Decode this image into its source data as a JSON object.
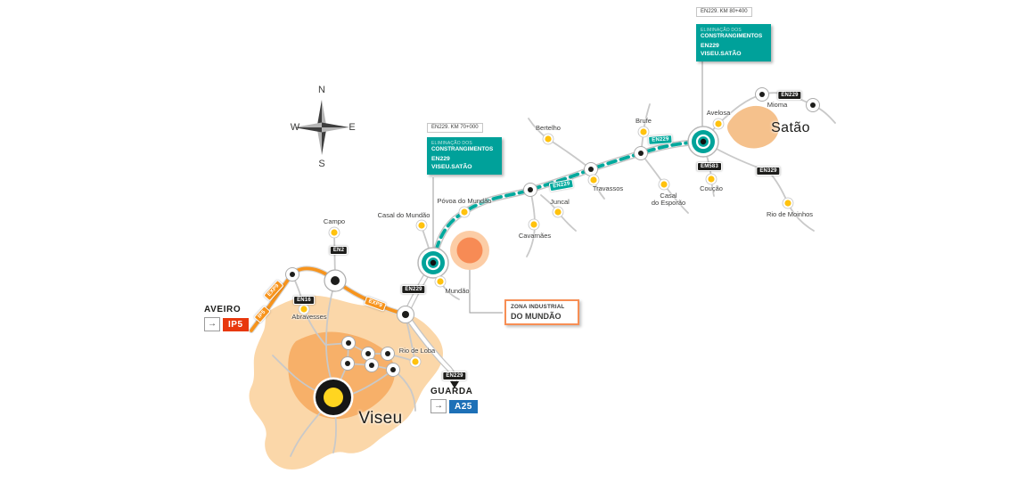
{
  "compass": {
    "n": "N",
    "e": "E",
    "s": "S",
    "w": "W"
  },
  "callouts": {
    "km80": {
      "km": "EN229. KM 80+400",
      "line1": "ELIMINAÇÃO DOS",
      "line2": "CONSTRANGIMENTOS",
      "line3": "EN229",
      "line4": "VISEU.SATÃO"
    },
    "km70": {
      "km": "EN229. KM 70+000",
      "line1": "ELIMINAÇÃO DOS",
      "line2": "CONSTRANGIMENTOS",
      "line3": "EN229",
      "line4": "VISEU.SATÃO"
    }
  },
  "cities": {
    "viseu": "Viseu",
    "satao": "Satão"
  },
  "towns": [
    {
      "name": "Campo"
    },
    {
      "name": "Casal do Mundão"
    },
    {
      "name": "Póvoa do Mundão"
    },
    {
      "name": "Mundão"
    },
    {
      "name": "Abravesses"
    },
    {
      "name": "Rio de Loba"
    },
    {
      "name": "Bertelho"
    },
    {
      "name": "Juncal"
    },
    {
      "name": "Cavarnães"
    },
    {
      "name": "Travassos"
    },
    {
      "name": "Brufe"
    },
    {
      "name": "Casal",
      "name2": "do Esporão"
    },
    {
      "name": "Avelosa"
    },
    {
      "name": "Mioma"
    },
    {
      "name": "Coução"
    },
    {
      "name": "Rio de Moinhos"
    }
  ],
  "roads": {
    "en229": "EN229",
    "en2": "EN2",
    "en16": "EN16",
    "em583": "EM583",
    "en329": "EN329",
    "exp9": "EXP9",
    "ip5": "IP5"
  },
  "directions": {
    "aveiro": {
      "city": "AVEIRO",
      "route": "IP5"
    },
    "guarda": {
      "city": "GUARDA",
      "route": "A25"
    }
  },
  "industrial": {
    "line1": "ZONA INDUSTRIAL",
    "line2": "DO MUNDÃO"
  },
  "icons": {
    "direction_arrow": "→"
  },
  "colors": {
    "teal_box": "#00A19A",
    "teal_road": "#00A99D",
    "orange_road": "#F7941D",
    "ip5_red": "#E8380D",
    "a25_blue": "#1D70B7",
    "town_dot_yellow": "#FFC20E",
    "urban_area": "#FBD7A9"
  }
}
